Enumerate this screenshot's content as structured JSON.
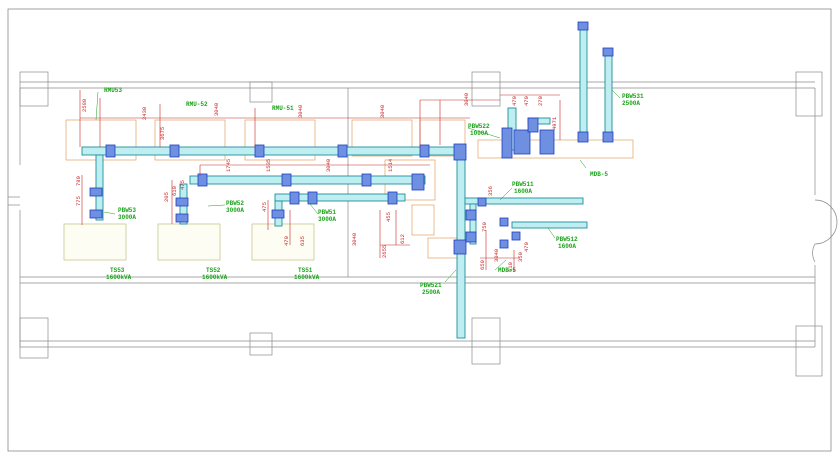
{
  "labels": {
    "rmu53": "RMU53",
    "rmu52": "RMU-52",
    "rmu51": "RMU-51",
    "pbw53": "PBW53",
    "pbw53_rating": "3000A",
    "pbw52": "PBW52",
    "pbw52_rating": "3000A",
    "pbw51": "PBW51",
    "pbw51_rating": "3000A",
    "ts53": "TS53",
    "ts53_rating": "1600kVA",
    "ts52": "TS52",
    "ts52_rating": "1600kVA",
    "ts51": "TS51",
    "ts51_rating": "1600kVA",
    "pbw522": "PBW522",
    "pbw522_rating": "1000A",
    "pbw531": "PBW531",
    "pbw531_rating": "2500A",
    "mdb5_top": "MDB-5",
    "pbw511": "PBW511",
    "pbw511_rating": "1600A",
    "pbw512": "PBW512",
    "pbw512_rating": "1600A",
    "mdb5_low": "MDB-5",
    "pbw521": "PBW521",
    "pbw521_rating": "2500A"
  },
  "dimensions": {
    "d1": "2580",
    "d2": "2430",
    "d3": "3675",
    "d4": "3040",
    "d5": "3040",
    "d6": "3040",
    "d7": "3040",
    "d8": "1745",
    "d9": "1535",
    "d10": "3040",
    "d11": "1514",
    "d12": "780",
    "d13": "775",
    "d14": "205",
    "d15": "610",
    "d16": "475",
    "d17": "475",
    "d18": "470",
    "d19": "635",
    "d20": "2655",
    "d21": "3040",
    "d22": "455",
    "d23": "612",
    "d24": "470",
    "d25": "470",
    "d26": "270",
    "d27": "3040",
    "d28": "356",
    "d29": "750",
    "d30": "650",
    "d31": "350",
    "d32": "610",
    "d33": "470",
    "d34": "4971"
  },
  "colors": {
    "wall": "#8a8a8a",
    "busway": "#1e8e9a",
    "busway_fill": "#bfeef2",
    "dimension": "#c62828",
    "label": "#1aa31a",
    "equipment": "#e0a060",
    "transformer": "#c8c890",
    "node": "#1f3fbf"
  }
}
